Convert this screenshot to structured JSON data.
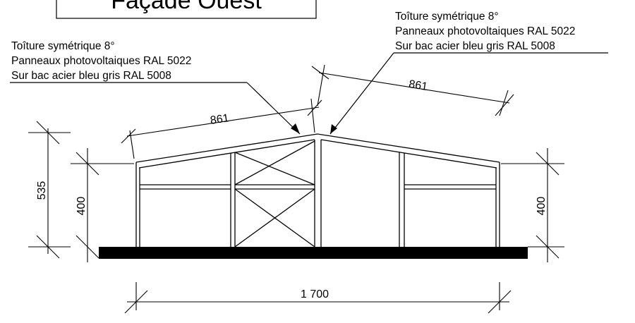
{
  "title": "Façade Ouest",
  "annotations": {
    "left": {
      "line1": "Toîture symétrique 8°",
      "line2": "Panneaux photovoltaiques RAL 5022",
      "line3": "Sur bac acier bleu gris RAL 5008"
    },
    "right": {
      "line1": "Toîture symétrique 8°",
      "line2": "Panneaux photovoltaiques RAL 5022",
      "line3": "Sur bac acier bleu gris RAL 5008"
    }
  },
  "dimensions": {
    "roof_left": "861",
    "roof_right": "861",
    "ridge_height": "535",
    "eave_height_left": "400",
    "eave_height_right": "400",
    "total_length": "1 700"
  },
  "colors": {
    "line": "#000000",
    "ground": "#000000",
    "background": "#ffffff"
  }
}
